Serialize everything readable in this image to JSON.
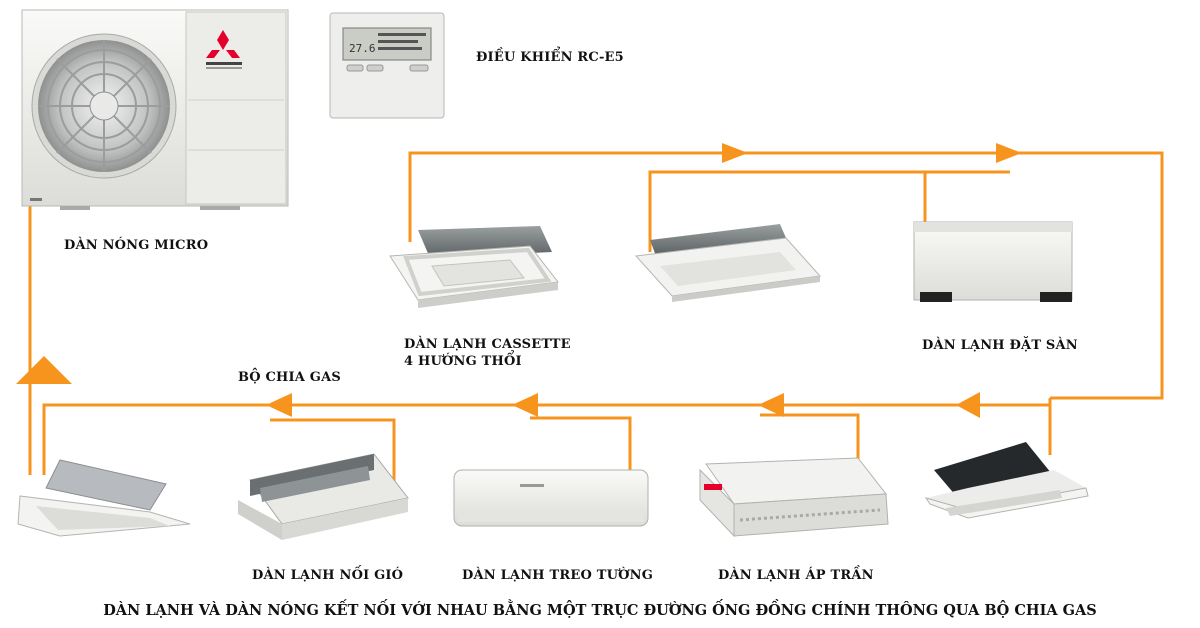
{
  "colors": {
    "pipe": "#f7941d",
    "unit_body": "#f1f1ef",
    "unit_shadow": "#c9c9c6",
    "grille": "#e4e4e2",
    "dark_coil": "#5d6367",
    "brand_red": "#e4002b"
  },
  "labels": {
    "outdoor_unit": "DÀN NÓNG MICRO",
    "remote": "ĐIỀU KHIỂN RC-E5",
    "splitter": "BỘ CHIA GAS",
    "cassette_4way_line1": "DÀN LẠNH CASSETTE",
    "cassette_4way_line2": "4 HƯỚNG THỔI",
    "floor_standing": "DÀN LẠNH ĐẶT SÀN",
    "ducted": "DÀN LẠNH NỐI GIÓ",
    "wall_mounted": "DÀN LẠNH TREO TƯỜNG",
    "ceiling_suspended": "DÀN LẠNH ÁP TRẦN"
  },
  "remote_display": "27.6",
  "caption": "DÀN LẠNH VÀ DÀN NÓNG KẾT NỐI VỚI NHAU BẰNG MỘT TRỤC ĐƯỜNG ỐNG ĐỒNG CHÍNH THÔNG QUA BỘ CHIA GAS",
  "icons": [
    "outdoor-unit-icon",
    "remote-controller-icon",
    "cassette-4way-icon",
    "cassette-1way-icon",
    "floor-standing-unit-icon",
    "ceiling-cassette-2way-icon",
    "ducted-unit-icon",
    "wall-mounted-unit-icon",
    "ceiling-suspended-unit-icon",
    "compact-cassette-icon",
    "arrow-icon"
  ]
}
